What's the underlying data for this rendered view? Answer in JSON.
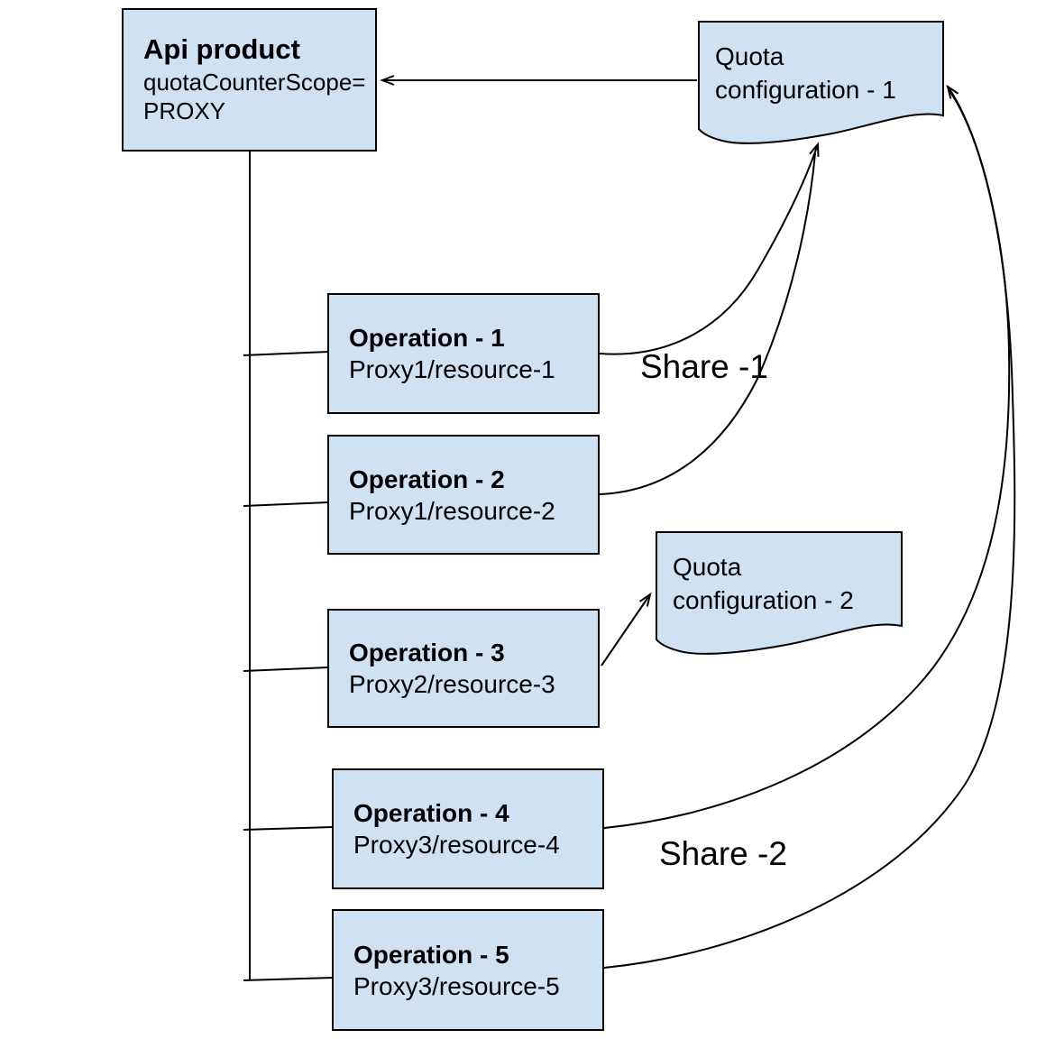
{
  "colors": {
    "node_fill": "#cfe2f3",
    "stroke": "#000000",
    "text": "#000000"
  },
  "api_product": {
    "title": "Api product",
    "subtitle_line1": "quotaCounterScope=",
    "subtitle_line2": "PROXY"
  },
  "quota_configs": [
    {
      "line1": "Quota",
      "line2": "configuration - 1"
    },
    {
      "line1": "Quota",
      "line2": "configuration - 2"
    }
  ],
  "operations": [
    {
      "title": "Operation - 1",
      "resource": "Proxy1/resource-1"
    },
    {
      "title": "Operation - 2",
      "resource": "Proxy1/resource-2"
    },
    {
      "title": "Operation - 3",
      "resource": "Proxy2/resource-3"
    },
    {
      "title": "Operation - 4",
      "resource": "Proxy3/resource-4"
    },
    {
      "title": "Operation - 5",
      "resource": "Proxy3/resource-5"
    }
  ],
  "labels": {
    "share1": "Share -1",
    "share2": "Share -2"
  }
}
